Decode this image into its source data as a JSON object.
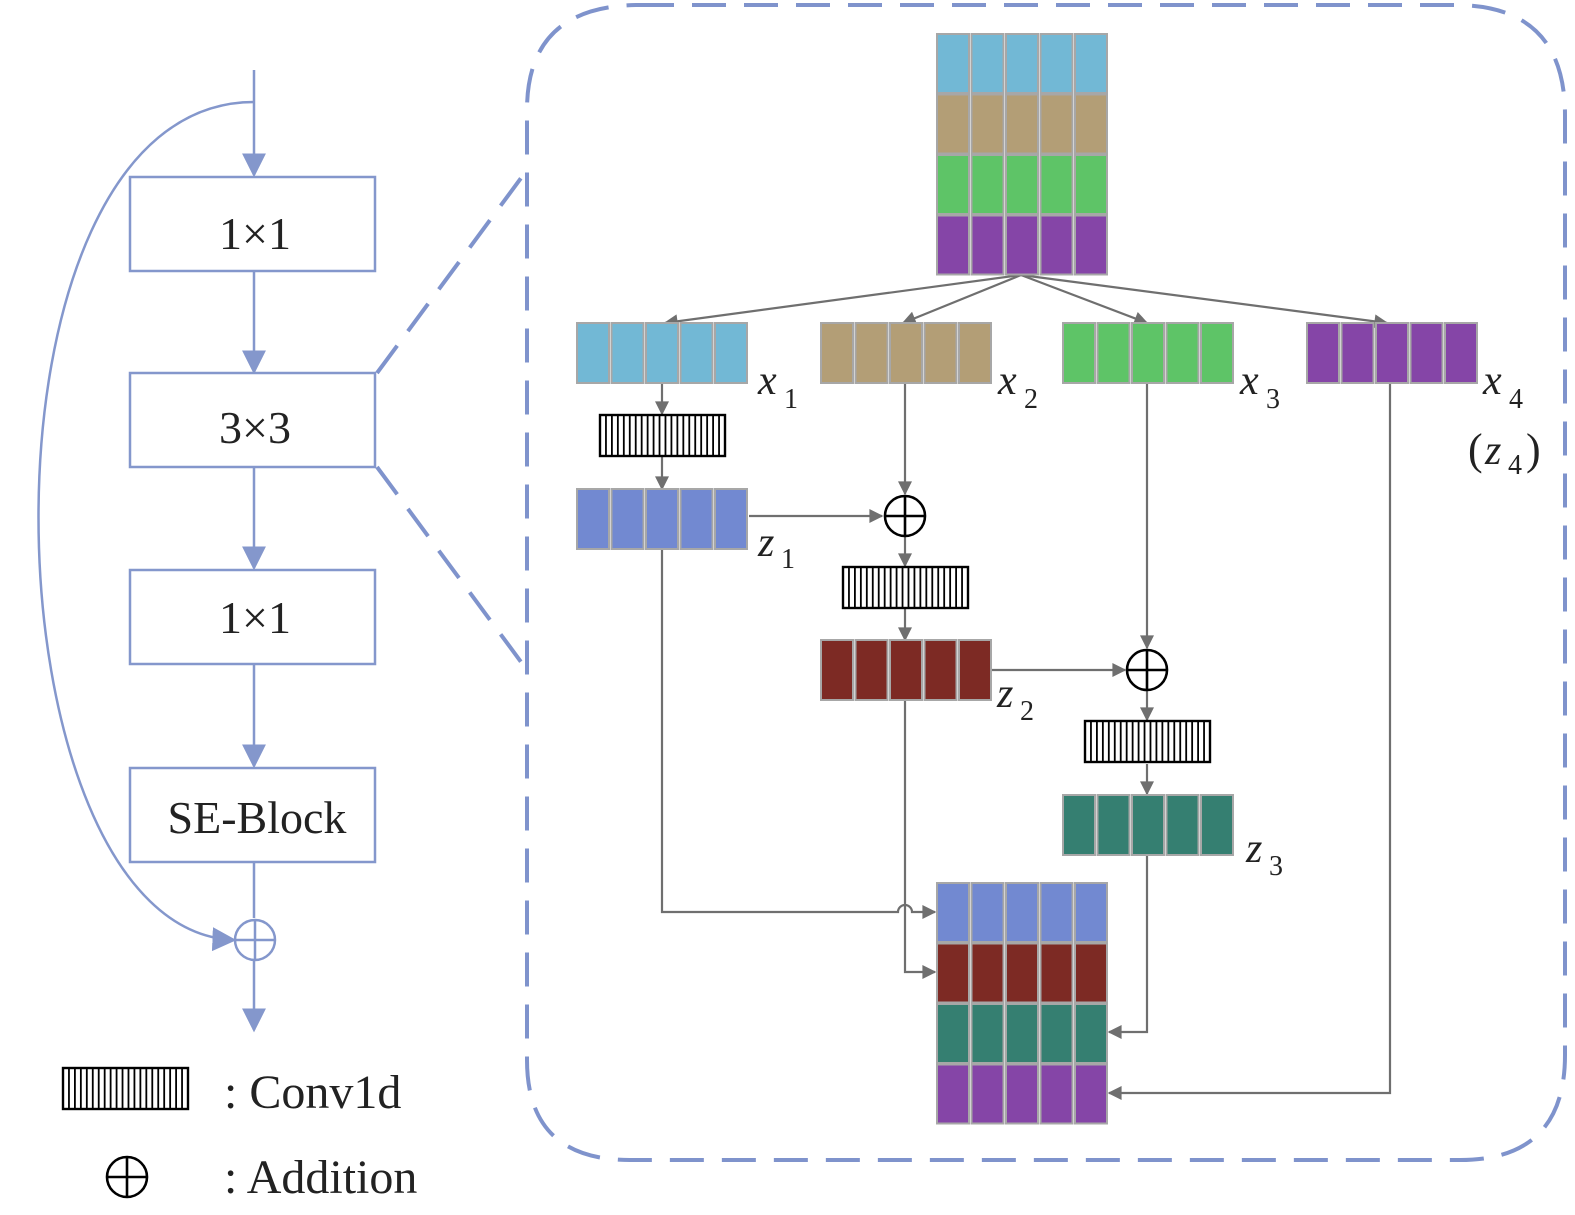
{
  "left_block": {
    "conv1_label": "1×1",
    "conv2_label": "3×3",
    "conv3_label": "1×1",
    "se_label": "SE-Block"
  },
  "labels": {
    "x1": "x",
    "x1_sub": "1",
    "x2": "x",
    "x2_sub": "2",
    "x3": "x",
    "x3_sub": "3",
    "x4": "x",
    "x4_sub": "4",
    "z4_open": "(",
    "z4": "z",
    "z4_sub": "4",
    "z4_close": ")",
    "z1": "z",
    "z1_sub": "1",
    "z2": "z",
    "z2_sub": "2",
    "z3": "z",
    "z3_sub": "3"
  },
  "legend": {
    "conv_text": ": Conv1d",
    "add_text": ": Addition"
  },
  "colors": {
    "left_flow": "#8497cc",
    "dash_border": "#7f93cc",
    "arrow_gray": "#6f6f6f",
    "cell_border": "#a7a7a7",
    "x1": "#72b8d5",
    "x2": "#b39e76",
    "x3": "#5ec467",
    "x4": "#8545a7",
    "z1": "#7289d1",
    "z2": "#7d2a24",
    "z3": "#357f71"
  }
}
